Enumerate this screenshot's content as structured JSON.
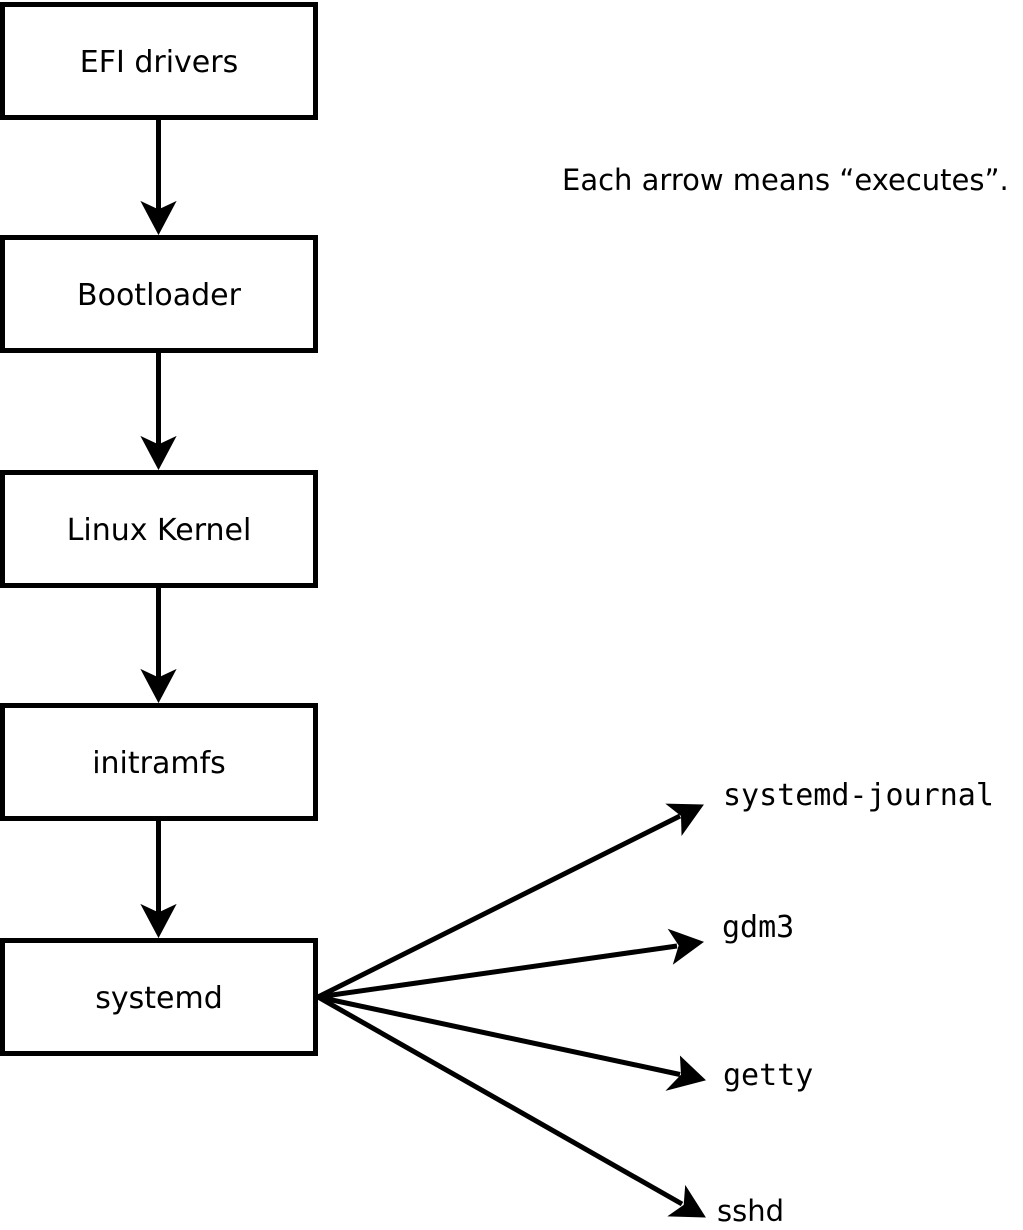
{
  "note": {
    "text": "Each arrow means “executes”."
  },
  "flow": {
    "edge_meaning": "executes",
    "nodes": [
      {
        "label": "EFI drivers"
      },
      {
        "label": "Bootloader"
      },
      {
        "label": "Linux Kernel"
      },
      {
        "label": "initramfs"
      },
      {
        "label": "systemd"
      }
    ]
  },
  "spawned": {
    "source": "systemd",
    "items": [
      {
        "label": "systemd-journal"
      },
      {
        "label": "gdm3"
      },
      {
        "label": "getty"
      },
      {
        "label": "sshd"
      }
    ]
  },
  "colors": {
    "background": "#ffffff",
    "ink": "#000000"
  }
}
